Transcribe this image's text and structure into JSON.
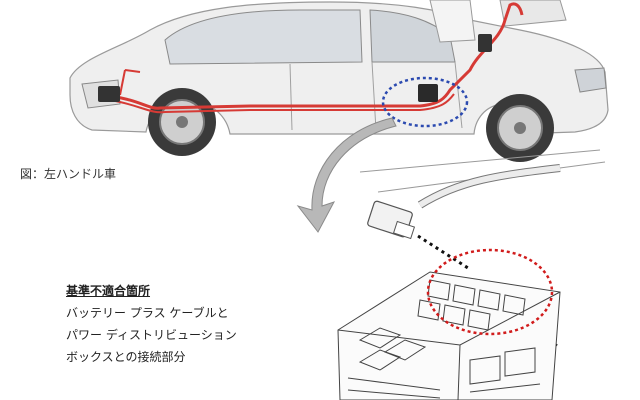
{
  "caption": "図：左ハンドル車",
  "note": {
    "title": "基準不適合箇所",
    "lines": [
      "バッテリー プラス ケーブルと",
      "パワー ディストリビューション",
      "ボックスとの接続部分"
    ]
  },
  "colors": {
    "cable": "#d63a35",
    "highlight_blue": "#2b4ab0",
    "highlight_red": "#d11c1c",
    "arrow": "#9a9a9a"
  }
}
